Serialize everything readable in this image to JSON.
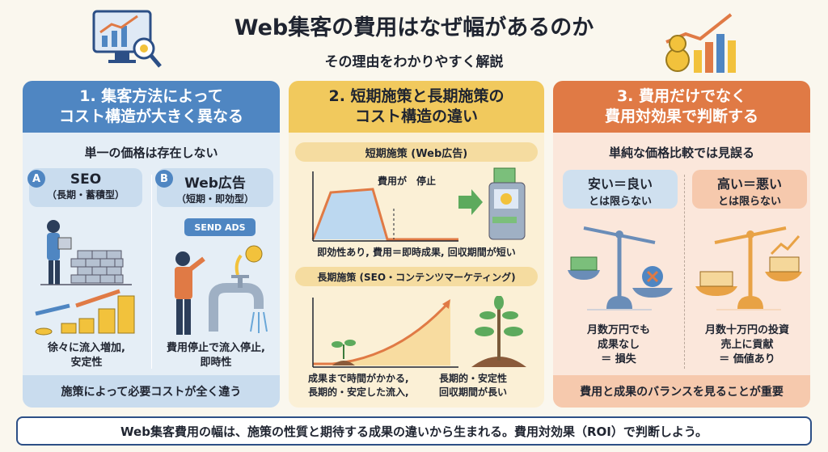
{
  "header": {
    "title": "Web集客の費用はなぜ幅があるのか",
    "subtitle": "その理由をわかりやすく解説"
  },
  "panel1": {
    "heading": "1. 集客方法によって\nコスト構造が大きく異なる",
    "lead": "単一の価格は存在しない",
    "option_a": {
      "badge": "A",
      "title": "SEO",
      "sub": "（長期・蓄積型）",
      "caption": "徐々に流入増加,\n安定性"
    },
    "option_b": {
      "badge": "B",
      "title": "Web広告",
      "sub": "（短期・即効型）",
      "button": "SEND ADS",
      "caption": "費用停止で流入停止,\n即時性"
    },
    "footer": "施策によって必要コストが全く違う"
  },
  "panel2": {
    "heading": "2. 短期施策と長期施策の\nコスト構造の違い",
    "short": {
      "label": "短期施策 (Web広告)",
      "annotation": "費用が　停止",
      "caption": "即効性あり, 費用＝即時成果, 回収期間が短い"
    },
    "long": {
      "label": "長期施策 (SEO・コンテンツマーケティング)",
      "caption_left": "成果まで時間がかかる,\n長期的・安定した流入,",
      "caption_right": "長期的・安定性\n回収期間が長い"
    }
  },
  "panel3": {
    "heading": "3. 費用だけでなく\n費用対効果で判断する",
    "lead": "単純な価格比較では見誤る",
    "left": {
      "title": "安い＝良い",
      "sub": "とは限らない",
      "caption": "月数万円でも\n成果なし\n＝ 損失"
    },
    "right": {
      "title": "高い＝悪い",
      "sub": "とは限らない",
      "caption": "月数十万円の投資\n売上に貢献\n＝ 価値あり"
    },
    "footer": "費用と成果のバランスを見ることが重要"
  },
  "banner": "Web集客費用の幅は、施策の性質と期待する成果の違いから生まれる。費用対効果（ROI）で判断しよう。",
  "colors": {
    "blue": "#4f86c2",
    "yellow": "#f1c95d",
    "orange": "#e07a45",
    "background": "#faf7ee"
  }
}
